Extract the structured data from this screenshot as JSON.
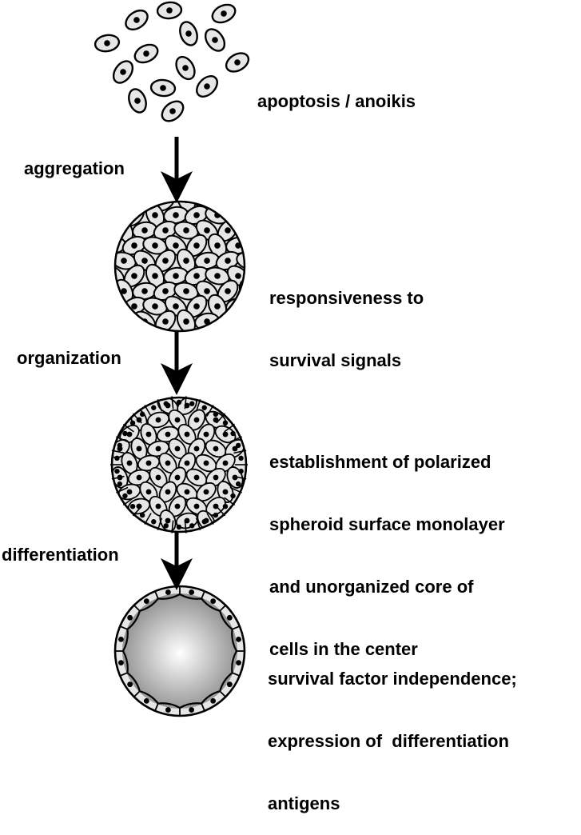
{
  "colors": {
    "ink": "#000000",
    "cell_fill": "#e6e6e6",
    "lumen_light": "#ffffff",
    "lumen_dark": "#8a8a8a"
  },
  "stages": [
    {
      "name": "dispersed-cells",
      "lines": [
        "apoptosis / anoikis"
      ]
    },
    {
      "name": "cell-aggregate",
      "lines": [
        "responsiveness to",
        "survival signals"
      ]
    },
    {
      "name": "organized-spheroid",
      "lines": [
        "establishment of polarized",
        "spheroid surface monolayer",
        "and unorganized core of",
        "cells in the center"
      ]
    },
    {
      "name": "hollow-spheroid",
      "lines": [
        "survival factor independence;",
        "expression of  differentiation",
        "antigens"
      ]
    }
  ],
  "transitions": [
    {
      "name": "aggregation",
      "label": "aggregation"
    },
    {
      "name": "organization",
      "label": "organization"
    },
    {
      "name": "differentiation",
      "label": "differentiation"
    }
  ]
}
